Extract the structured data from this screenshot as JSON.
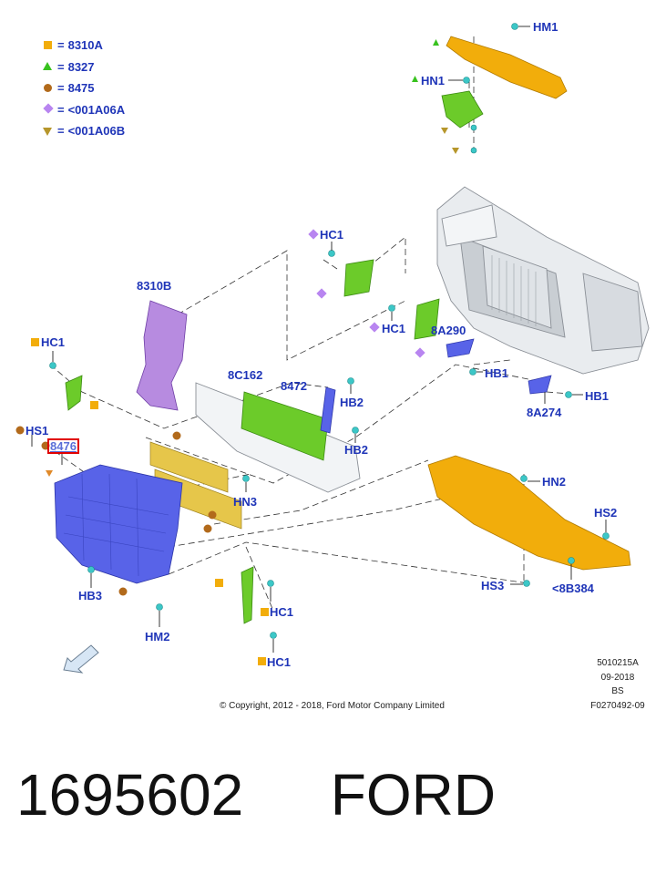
{
  "legend": [
    {
      "symbol": "square",
      "color": "#f2ad0b",
      "eq": "=",
      "text": "8310A"
    },
    {
      "symbol": "triangle-up",
      "color": "#38c21f",
      "eq": "=",
      "text": "8327"
    },
    {
      "symbol": "circle",
      "color": "#b26a1b",
      "eq": "=",
      "text": "8475"
    },
    {
      "symbol": "diamond",
      "color": "#b885f0",
      "eq": "=",
      "text": "<001A06A"
    },
    {
      "symbol": "triangle-down",
      "color": "#b6962b",
      "eq": "=",
      "text": "<001A06B"
    }
  ],
  "callouts": {
    "hm1": "HM1",
    "hn1": "HN1",
    "hc1_upper": "HC1",
    "p8310b": "8310B",
    "hc1_left": "HC1",
    "hc1_mid": "HC1",
    "p8a290": "8A290",
    "hb1_right": "HB1",
    "hb1_far": "HB1",
    "p8c162": "8C162",
    "p8472": "8472",
    "hb2_a": "HB2",
    "hb2_b": "HB2",
    "p8a274": "8A274",
    "hs1": "HS1",
    "p8476": "8476",
    "hn3": "HN3",
    "hn2": "HN2",
    "hs2": "HS2",
    "hb3": "HB3",
    "hc1_low1": "HC1",
    "hm2": "HM2",
    "hs3": "HS3",
    "p8b384": "<8B384",
    "hc1_low2": "HC1"
  },
  "doc_info": {
    "line1": "5010215A",
    "line2": "09-2018",
    "line3": "BS",
    "line4": "F0270492-09"
  },
  "copyright": "© Copyright, 2012 - 2018, Ford Motor Company Limited",
  "caption": {
    "part_number": "1695602",
    "brand": "FORD"
  },
  "colors": {
    "callout_text": "#1f35b8",
    "yellow_parts": "#f2ad0b",
    "green_parts": "#6ccb2a",
    "purple_parts": "#b78be0",
    "blue_parts": "#5863e8",
    "fastener": "#3cc7c7"
  }
}
